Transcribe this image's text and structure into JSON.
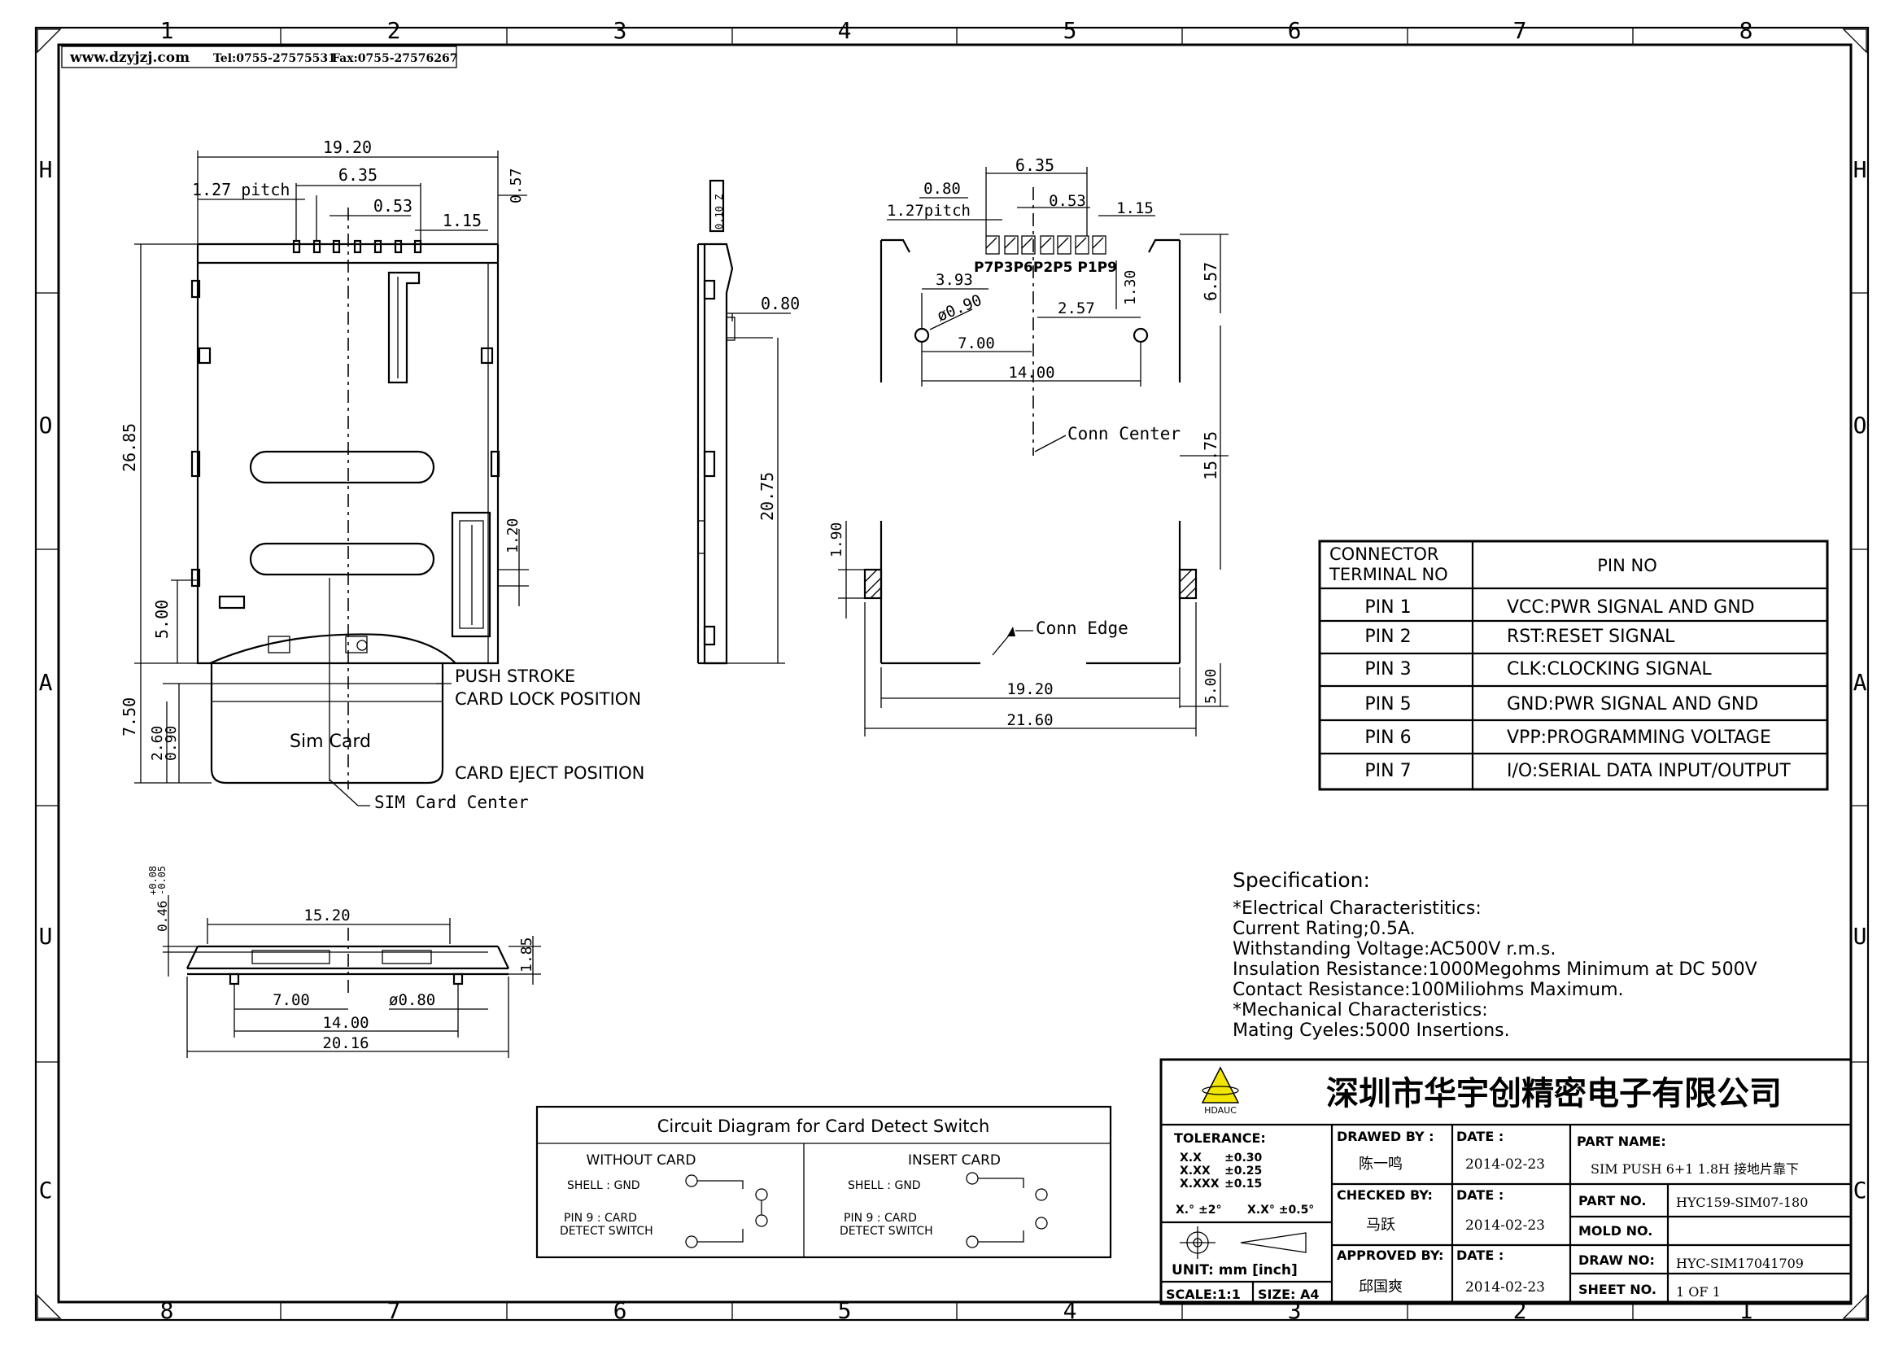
{
  "header": {
    "website": "www.dzyjzj.com",
    "tel": "Tel:0755-27575531",
    "fax": "Fax:0755-27576267"
  },
  "border": {
    "cols_top": [
      "1",
      "2",
      "3",
      "4",
      "5",
      "6",
      "7",
      "8"
    ],
    "cols_bottom": [
      "8",
      "7",
      "6",
      "5",
      "4",
      "3",
      "2",
      "1"
    ],
    "rows_left": [
      "H",
      "O",
      "A",
      "U",
      "C"
    ],
    "rows_right": [
      "H",
      "O",
      "A",
      "U",
      "C"
    ]
  },
  "top_view": {
    "dim_width": "19.20",
    "dim_pitch": "1.27 pitch",
    "dim_span": "6.35",
    "dim_pin": "0.53",
    "dim_offset": "1.15",
    "dim_top": "0.57",
    "dim_height": "26.85",
    "dim_520": "1.20",
    "dim_500": "5.00",
    "dim_750": "7.50",
    "dim_260": "2.60",
    "dim_090": "0.90",
    "card_label": "Sim Card",
    "push_stroke": "PUSH STROKE",
    "card_lock": "CARD LOCK POSITION",
    "card_eject": "CARD EJECT POSITION",
    "card_center": "SIM Card Center"
  },
  "side_view": {
    "dim_080": "0.80",
    "dim_2075": "20.75",
    "note": "0.10 Z"
  },
  "footprint": {
    "dim_635": "6.35",
    "dim_080": "0.80",
    "dim_053": "0.53",
    "dim_115": "1.15",
    "dim_pitch": "1.27pitch",
    "pins": "P7P3P6P2P5 P1P9",
    "dim_393": "3.93",
    "dim_130": "1.30",
    "dim_657": "6.57",
    "dim_hole": "ø0.90",
    "dim_257": "2.57",
    "dim_700": "7.00",
    "dim_1400": "14.00",
    "conn_center": "Conn Center",
    "dim_1575": "15.75",
    "dim_190": "1.90",
    "conn_edge": "Conn Edge",
    "dim_1920": "19.20",
    "dim_2160": "21.60",
    "dim_500": "5.00"
  },
  "front_view": {
    "dim_tol": "0.46",
    "tol_up": "+0.08",
    "tol_dn": "-0.05",
    "dim_1520": "15.20",
    "dim_185": "1.85",
    "dim_700": "7.00",
    "dim_hole": "ø0.80",
    "dim_1400": "14.00",
    "dim_2016": "20.16"
  },
  "pin_table": {
    "header_left": [
      "CONNECTOR",
      "TERMINAL  NO"
    ],
    "header_right": "PIN  NO",
    "rows": [
      {
        "pin": "PIN  1",
        "desc": "VCC:PWR  SIGNAL  AND  GND"
      },
      {
        "pin": "PIN  2",
        "desc": "RST:RESET  SIGNAL"
      },
      {
        "pin": "PIN  3",
        "desc": "CLK:CLOCKING  SIGNAL"
      },
      {
        "pin": "PIN  5",
        "desc": "GND:PWR  SIGNAL  AND  GND"
      },
      {
        "pin": "PIN  6",
        "desc": "VPP:PROGRAMMING  VOLTAGE"
      },
      {
        "pin": "PIN  7",
        "desc": "I/O:SERIAL  DATA  INPUT/OUTPUT"
      }
    ]
  },
  "spec": {
    "title": "Specification:",
    "lines": [
      "*Electrical  Characteristitics:",
      "Current  Rating;0.5A.",
      "Withstanding  Voltage:AC500V  r.m.s.",
      "Insulation  Resistance:1000Megohms  Minimum  at  DC  500V",
      "Contact  Resistance:100Miliohms  Maximum.",
      "*Mechanical  Characteristics:",
      "Mating  Cyeles:5000  Insertions."
    ]
  },
  "circuit": {
    "title": "Circuit  Diagram  for  Card  Detect  Switch",
    "left_title": "WITHOUT  CARD",
    "right_title": "INSERT  CARD",
    "shell": "SHELL  :  GND",
    "pin9": "PIN  9  :  CARD",
    "detect": "DETECT  SWITCH"
  },
  "title_block": {
    "company": "深圳市华宇创精密电子有限公司",
    "logo_text": "HDAUC",
    "tolerance_label": "TOLERANCE:",
    "tol_rows": [
      [
        "X.X",
        "±0.30"
      ],
      [
        "X.XX",
        "±0.25"
      ],
      [
        "X.XXX",
        "±0.15"
      ]
    ],
    "angle1": "X.°  ±2°",
    "angle2": "X.X°  ±0.5°",
    "unit": "UNIT:  mm  [inch]",
    "scale": "SCALE:1:1",
    "size": "SIZE:  A4",
    "drawn_label": "DRAWED  BY  :",
    "drawn_name": "陈一鸣",
    "checked_label": "CHECKED  BY:",
    "checked_name": "马跃",
    "approved_label": "APPROVED  BY:",
    "approved_name": "邱国爽",
    "date_label": "DATE  :",
    "date1": "2014-02-23",
    "date2": "2014-02-23",
    "date3": "2014-02-23",
    "part_name_label": "PART  NAME:",
    "part_name": "SIM  PUSH  6+1  1.8H  接地片靠下",
    "part_no_label": "PART  NO.",
    "part_no": "HYC159-SIM07-180",
    "mold_no_label": "MOLD  NO.",
    "mold_no": "",
    "draw_no_label": "DRAW  NO:",
    "draw_no": "HYC-SIM17041709",
    "sheet_label": "SHEET  NO.",
    "sheet": "1  OF  1"
  }
}
